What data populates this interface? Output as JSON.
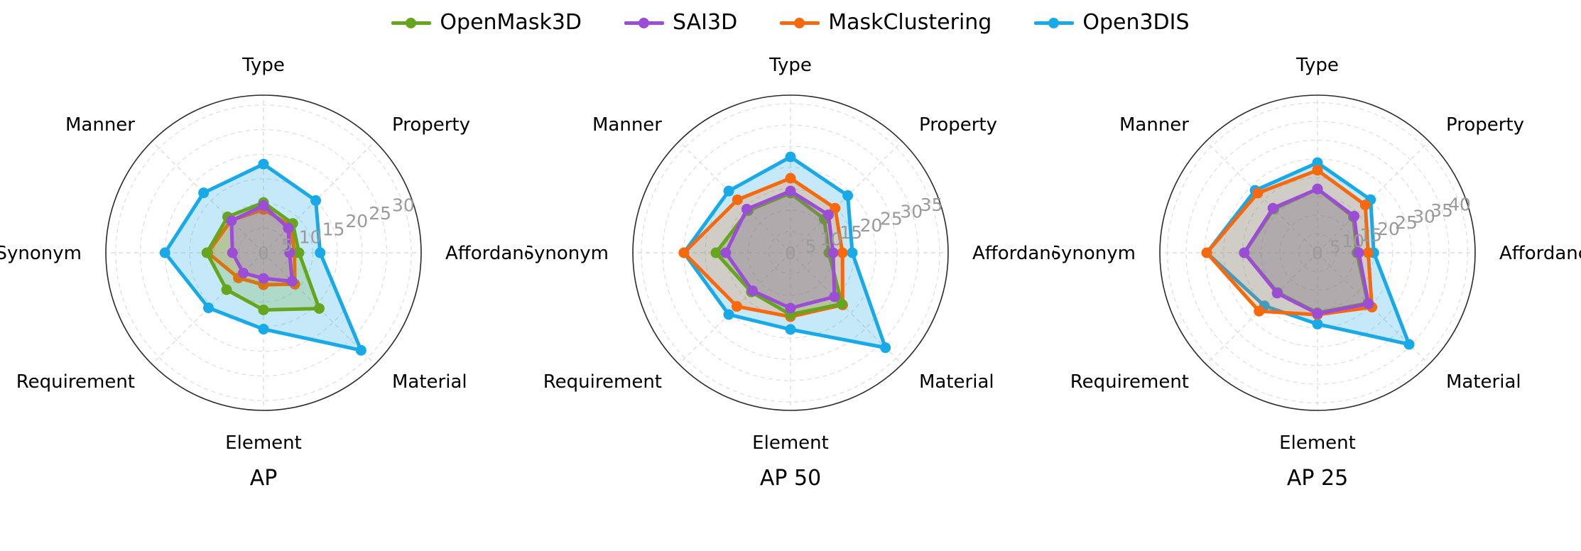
{
  "legend": {
    "entries": [
      {
        "label": "OpenMask3D",
        "color": "#66a61e",
        "icon": "line-marker-icon"
      },
      {
        "label": "SAI3D",
        "color": "#9b4dd6",
        "icon": "line-marker-icon"
      },
      {
        "label": "MaskClustering",
        "color": "#f8690d",
        "icon": "line-marker-icon"
      },
      {
        "label": "Open3DIS",
        "color": "#18a9e8",
        "icon": "line-marker-icon"
      }
    ]
  },
  "chart_data": [
    {
      "type": "radar",
      "title": "AP",
      "categories": [
        "Type",
        "Property",
        "Affordance",
        "Material",
        "Element",
        "Requirement",
        "Synonym",
        "Manner"
      ],
      "rlim": [
        0,
        32
      ],
      "ticks": [
        0,
        5,
        10,
        15,
        20,
        25,
        30
      ],
      "tick_labels": [
        "0",
        "5",
        "10",
        "15",
        "20",
        "25",
        "30"
      ],
      "grid": true,
      "legend_position": "top-center",
      "series": [
        {
          "name": "OpenMask3D",
          "color": "#66a61e",
          "values": [
            10.2,
            8.4,
            7.2,
            16.0,
            11.6,
            10.6,
            11.5,
            10.3
          ]
        },
        {
          "name": "SAI3D",
          "color": "#9b4dd6",
          "values": [
            9.6,
            7.1,
            5.3,
            8.2,
            5.2,
            5.8,
            6.3,
            9.2
          ]
        },
        {
          "name": "MaskClustering",
          "color": "#f8690d",
          "values": [
            8.8,
            7.8,
            6.3,
            9.0,
            6.5,
            7.2,
            11.3,
            9.3
          ]
        },
        {
          "name": "Open3DIS",
          "color": "#18a9e8",
          "values": [
            18.0,
            15.0,
            11.5,
            28.0,
            15.5,
            15.8,
            20.0,
            17.2
          ]
        }
      ]
    },
    {
      "type": "radar",
      "title": "AP 50",
      "categories": [
        "Type",
        "Property",
        "Affordance",
        "Material",
        "Element",
        "Requirement",
        "Synonym",
        "Manner"
      ],
      "rlim": [
        0,
        37
      ],
      "ticks": [
        0,
        5,
        10,
        15,
        20,
        25,
        30,
        35
      ],
      "tick_labels": [
        "0",
        "5",
        "10",
        "15",
        "20",
        "25",
        "30",
        "35"
      ],
      "grid": true,
      "legend_position": "top-center",
      "series": [
        {
          "name": "OpenMask3D",
          "color": "#66a61e",
          "values": [
            14.0,
            11.2,
            9.0,
            17.0,
            14.5,
            13.0,
            17.5,
            14.0
          ]
        },
        {
          "name": "SAI3D",
          "color": "#9b4dd6",
          "values": [
            14.5,
            12.6,
            10.0,
            14.6,
            13.0,
            12.6,
            15.2,
            14.5
          ]
        },
        {
          "name": "MaskClustering",
          "color": "#f8690d",
          "values": [
            17.5,
            14.8,
            12.2,
            17.3,
            15.0,
            17.8,
            25.0,
            17.6
          ]
        },
        {
          "name": "Open3DIS",
          "color": "#18a9e8",
          "values": [
            22.5,
            19.0,
            14.5,
            31.5,
            18.0,
            20.5,
            25.0,
            20.5
          ]
        }
      ]
    },
    {
      "type": "radar",
      "title": "AP 25",
      "categories": [
        "Type",
        "Property",
        "Affordance",
        "Material",
        "Element",
        "Requirement",
        "Synonym",
        "Manner"
      ],
      "rlim": [
        0,
        42
      ],
      "ticks": [
        0,
        5,
        10,
        15,
        20,
        25,
        30,
        35,
        40
      ],
      "tick_labels": [
        "0",
        "5",
        "10",
        "15",
        "20",
        "25",
        "30",
        "35",
        "40"
      ],
      "grid": true,
      "legend_position": "top-center",
      "series": [
        {
          "name": "OpenMask3D",
          "color": "#66a61e",
          "values": [
            17.0,
            13.5,
            10.5,
            19.0,
            16.0,
            15.0,
            19.5,
            16.5
          ]
        },
        {
          "name": "SAI3D",
          "color": "#9b4dd6",
          "values": [
            17.0,
            13.8,
            11.0,
            19.2,
            16.2,
            15.2,
            19.5,
            16.8
          ]
        },
        {
          "name": "MaskClustering",
          "color": "#f8690d",
          "values": [
            22.0,
            18.0,
            13.5,
            20.5,
            16.5,
            22.0,
            29.5,
            22.5
          ]
        },
        {
          "name": "Open3DIS",
          "color": "#18a9e8",
          "values": [
            24.0,
            20.0,
            15.0,
            34.5,
            19.0,
            20.0,
            29.5,
            23.5
          ]
        }
      ]
    }
  ]
}
